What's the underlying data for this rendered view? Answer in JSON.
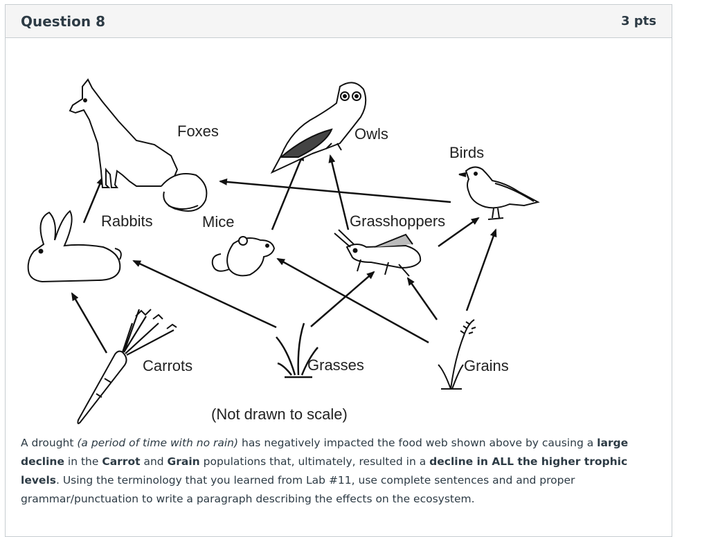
{
  "question": {
    "title": "Question 8",
    "points": "3 pts"
  },
  "figure": {
    "organisms": {
      "foxes": "Foxes",
      "owls": "Owls",
      "birds": "Birds",
      "rabbits": "Rabbits",
      "mice": "Mice",
      "grasshoppers": "Grasshoppers",
      "carrots": "Carrots",
      "grasses": "Grasses",
      "grains": "Grains"
    },
    "note": "(Not drawn to scale)",
    "icons": [
      "fox-icon",
      "owl-icon",
      "bird-icon",
      "rabbit-icon",
      "mouse-icon",
      "grasshopper-icon",
      "carrot-icon",
      "grass-icon",
      "grain-icon"
    ]
  },
  "prompt": {
    "t1": "A drought ",
    "t2": "(a period of time with no rain)",
    "t3": " has negatively impacted the food web shown above by causing a ",
    "t4": "large decline",
    "t5": " in the ",
    "t6": "Carrot",
    "t7": " and ",
    "t8": "Grain",
    "t9": " populations that, ultimately, resulted in a ",
    "t10": "decline in ALL the higher trophic levels",
    "t11": ". Using the terminology that you learned from Lab #11, use complete sentences and and proper grammar/punctuation to write a paragraph describing the effects on the ecosystem."
  }
}
